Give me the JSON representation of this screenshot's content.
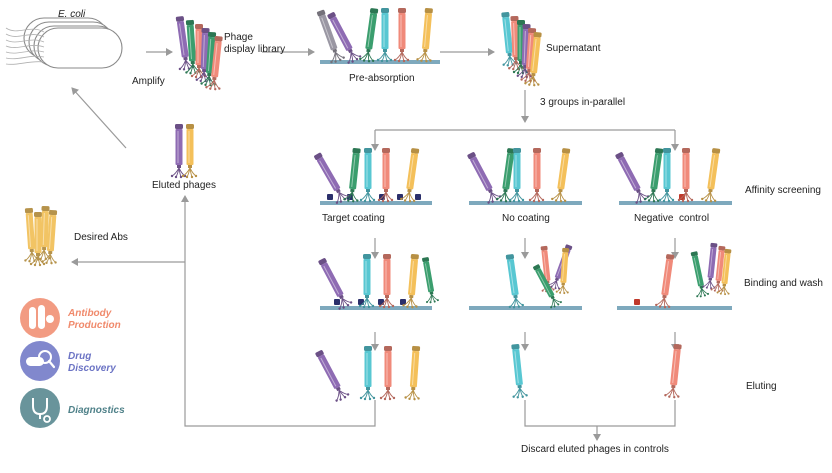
{
  "colors": {
    "arrow": "#9a9a9a",
    "plate": "#7ea9bd",
    "purple": "#8e6bb3",
    "green": "#3b9e6e",
    "cyan": "#58c7d2",
    "salmon": "#f08a7a",
    "yellow": "#f4c05a",
    "gray": "#9a97a3",
    "antigen": "#2b2f6b",
    "negative_antigen": "#c0392b",
    "antibody_gold": "#f2c464",
    "antibody_pink": "#f4a690",
    "drug_blue": "#7d84c9",
    "diag_teal": "#5d8b8f"
  },
  "labels": {
    "ecoli": "E. coli",
    "amplify": "Amplify",
    "phage_library": "Phage\ndisplay library",
    "pre_absorption": "Pre-absorption",
    "supernatant": "Supernatant",
    "three_groups": "3 groups in-parallel",
    "eluted_phages": "Eluted phages",
    "desired_abs": "Desired Abs",
    "target_coating": "Target coating",
    "no_coating": "No coating",
    "negative_control": "Negative  control",
    "affinity_screening": "Affinity screening",
    "binding_wash": "Binding and wash",
    "eluting": "Eluting",
    "discard": "Discard eluted phages in controls"
  },
  "applications": [
    {
      "title_line1": "Antibody",
      "title_line2": "Production",
      "icon": "antibody-production-icon",
      "color": "#f08a6c"
    },
    {
      "title_line1": "Drug",
      "title_line2": "Discovery",
      "icon": "drug-discovery-icon",
      "color": "#6b73c4"
    },
    {
      "title_line1": "Diagnostics",
      "title_line2": "",
      "icon": "diagnostics-icon",
      "color": "#4f8189"
    }
  ]
}
